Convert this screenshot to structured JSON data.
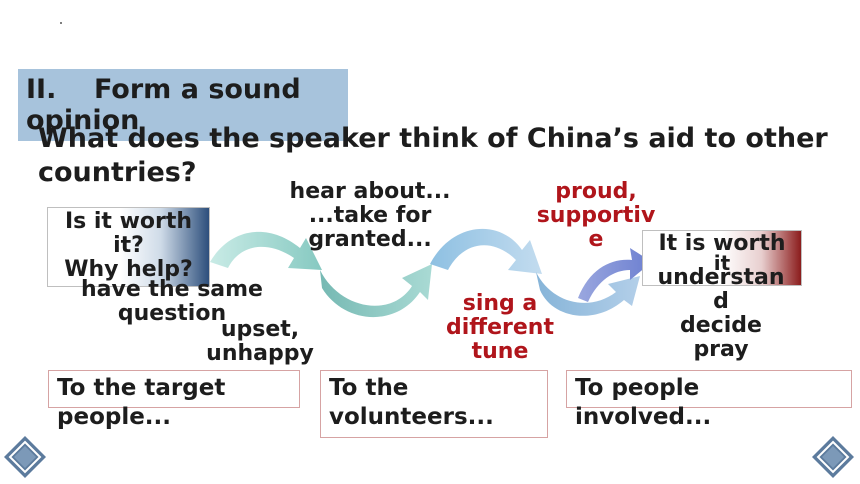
{
  "section": {
    "title": "II.    Form a sound opinion"
  },
  "question": "What does the speaker think of China’s aid to other countries?",
  "left_box": {
    "line1": "Is it worth it?",
    "line2": "Why help?"
  },
  "left_notes": {
    "line1": "have the same",
    "line2": "question"
  },
  "left_feelings": {
    "line1": "upset,",
    "line2": "unhappy"
  },
  "middle_top": {
    "line1": "hear about...",
    "line2": "...take for",
    "line3": "granted..."
  },
  "middle_bottom": {
    "line1": "sing a",
    "line2": "different",
    "line3": "tune"
  },
  "right_top": {
    "line1": "proud,",
    "line2": "supportiv",
    "line3": "e"
  },
  "right_box": {
    "line1": "It is worth",
    "line2": "it"
  },
  "right_notes": {
    "line1": "understan",
    "line2": "d",
    "line3": "decide",
    "line4": "pray"
  },
  "bottom": {
    "target": "To the target people...",
    "volunteers": "To the volunteers...",
    "involved": "To people involved..."
  },
  "colors": {
    "section_bg": "#a7c3dc",
    "arrow_teal": "#8fcfc8",
    "arrow_blue": "#9dc3e6",
    "arrow_purple": "#8a96d8",
    "accent_red": "#b0151b",
    "nav_button": "#5c7b9d"
  },
  "icons": {
    "prev": "diamond-left-icon",
    "next": "diamond-right-icon"
  }
}
